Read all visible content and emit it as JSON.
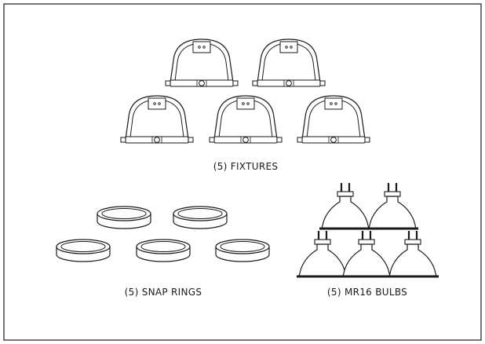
{
  "labels": {
    "fixtures": "(5) FIXTURES",
    "snap_rings": "(5) SNAP RINGS",
    "bulbs": "(5) MR16 BULBS"
  },
  "parts": [
    {
      "name": "fixtures",
      "count": 5
    },
    {
      "name": "snap_rings",
      "count": 5
    },
    {
      "name": "mr16_bulbs",
      "count": 5
    }
  ],
  "colors": {
    "line": "#1a1a1a",
    "border": "#1a1a1a",
    "background": "#ffffff"
  }
}
